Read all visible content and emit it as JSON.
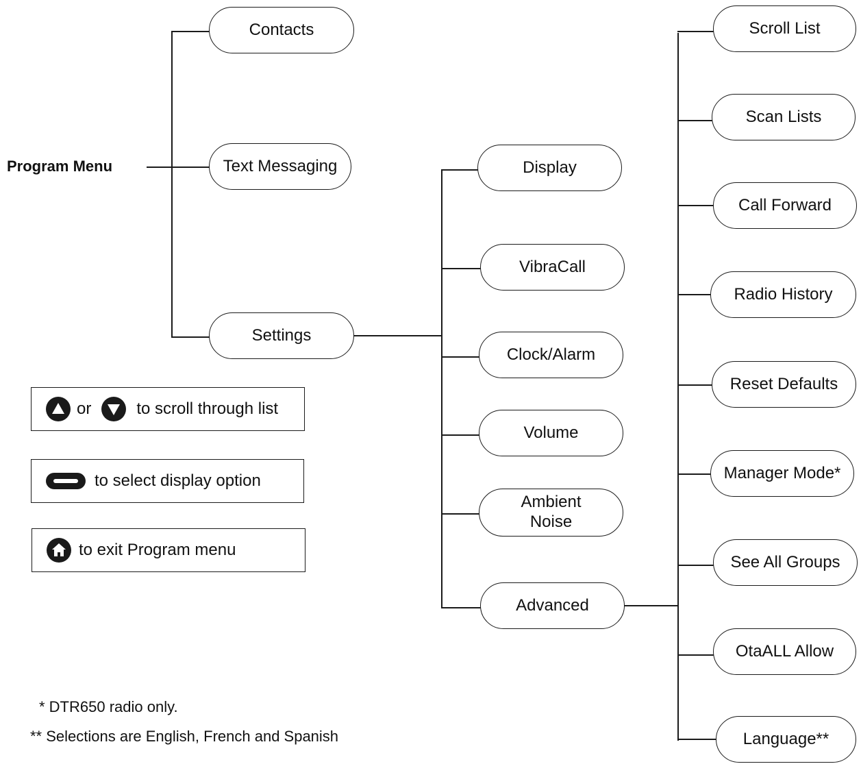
{
  "root": {
    "label": "Program Menu"
  },
  "main_items": [
    {
      "label": "Contacts"
    },
    {
      "label": "Text Messaging"
    },
    {
      "label": "Settings"
    }
  ],
  "settings_items": [
    {
      "label": "Display"
    },
    {
      "label": "VibraCall"
    },
    {
      "label": "Clock/Alarm"
    },
    {
      "label": "Volume"
    },
    {
      "label": "Ambient Noise"
    },
    {
      "label": "Advanced"
    }
  ],
  "advanced_items": [
    {
      "label": "Scroll List"
    },
    {
      "label": "Scan Lists"
    },
    {
      "label": "Call Forward"
    },
    {
      "label": "Radio History"
    },
    {
      "label": "Reset Defaults"
    },
    {
      "label": "Manager Mode*"
    },
    {
      "label": "See All Groups"
    },
    {
      "label": "OtaALL Allow"
    },
    {
      "label": "Language**"
    }
  ],
  "legend": {
    "scroll": {
      "or_text": "or",
      "text": "to scroll through list",
      "icons": [
        "up-arrow-icon",
        "down-arrow-icon"
      ]
    },
    "select": {
      "text": "to select display option",
      "icon": "select-key-icon"
    },
    "exit": {
      "text": "to exit Program menu",
      "icon": "home-icon"
    }
  },
  "footnotes": [
    "* DTR650 radio only.",
    "** Selections are English, French and Spanish"
  ]
}
